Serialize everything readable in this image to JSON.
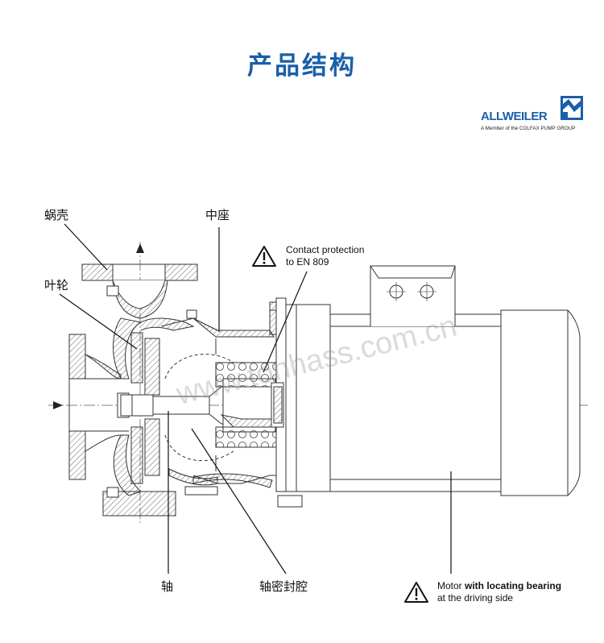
{
  "title": "产品结构",
  "logo": {
    "name": "ALLWEILER",
    "subtitle": "A Member of the COLFAX PUMP GROUP"
  },
  "labels": {
    "volute": "蜗壳",
    "middle_seat": "中座",
    "impeller": "叶轮",
    "shaft": "轴",
    "seal_chamber": "轴密封腔"
  },
  "notes": {
    "contact_line1": "Contact protection",
    "contact_line2": "to EN 809",
    "motor_prefix": "Motor ",
    "motor_bold": "with locating bearing",
    "motor_line2": "at the driving side"
  },
  "watermark": "www.tonhass.com.cn",
  "colors": {
    "title": "#1a5fa8",
    "logo": "#1a5fa8"
  }
}
